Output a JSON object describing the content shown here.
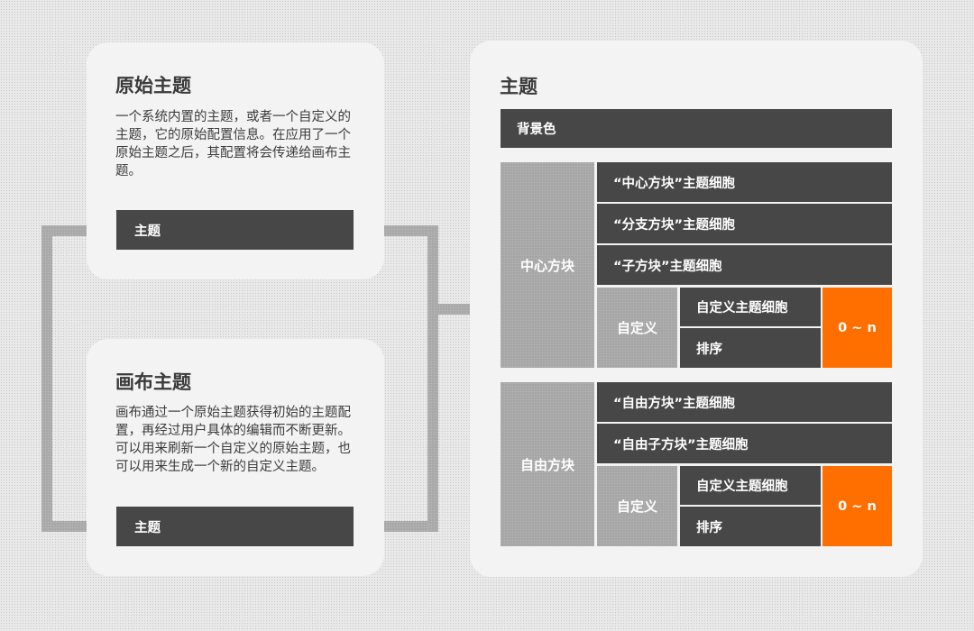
{
  "original_theme": {
    "title": "原始主题",
    "description": "一个系统内置的主题，或者一个自定义的主题，它的原始配置信息。在应用了一个原始主题之后，其配置将会传递给画布主题。",
    "bar_label": "主题"
  },
  "canvas_theme": {
    "title": "画布主题",
    "description": "画布通过一个原始主题获得初始的主题配置，再经过用户具体的编辑而不断更新。可以用来刷新一个自定义的原始主题，也可以用来生成一个新的自定义主题。",
    "bar_label": "主题"
  },
  "theme_panel": {
    "title": "主题",
    "background_color_label": "背景色",
    "center_group": {
      "label": "中心方块",
      "rows": [
        "“中心方块”主题细胞",
        "“分支方块”主题细胞",
        "“子方块”主题细胞"
      ],
      "custom": {
        "label": "自定义",
        "cell_label": "自定义主题细胞",
        "sort_label": "排序",
        "range": "0 ~ n"
      }
    },
    "free_group": {
      "label": "自由方块",
      "rows": [
        "“自由方块”主题细胞",
        "“自由子方块”主题细胞"
      ],
      "custom": {
        "label": "自定义",
        "cell_label": "自定义主题细胞",
        "sort_label": "排序",
        "range": "0 ~ n"
      }
    }
  },
  "colors": {
    "dark_cell": "#474747",
    "gray_block": "#a7a7a7",
    "accent_orange": "#ff6f00",
    "card_bg": "#f3f3f3"
  }
}
